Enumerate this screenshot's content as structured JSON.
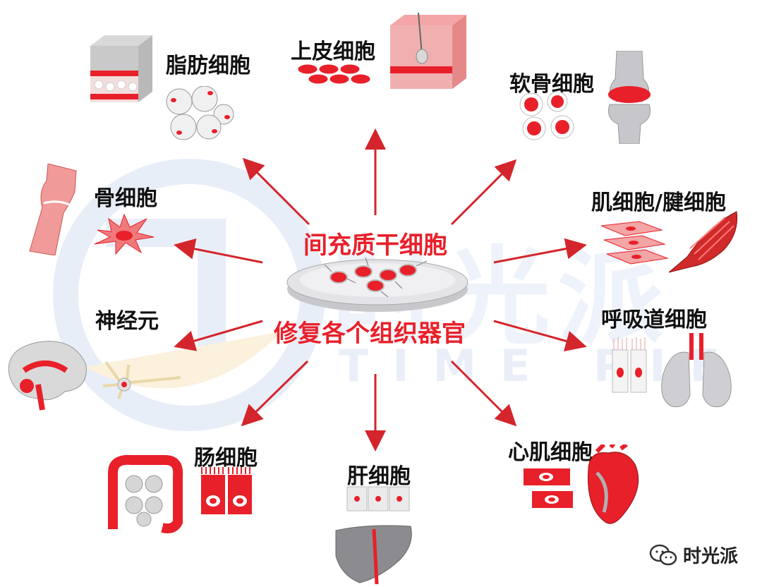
{
  "watermark": {
    "latin": "TIME PIE",
    "cn": "时光派"
  },
  "center": {
    "top_label": "间充质干细胞",
    "bottom_label": "修复各个组织器官"
  },
  "targets": [
    {
      "id": "adipocyte",
      "label": "脂肪细胞"
    },
    {
      "id": "epithelial",
      "label": "上皮细胞"
    },
    {
      "id": "chondrocyte",
      "label": "软骨细胞"
    },
    {
      "id": "osteocyte",
      "label": "骨细胞"
    },
    {
      "id": "muscle-tendon",
      "label": "肌细胞/腱细胞"
    },
    {
      "id": "neuron",
      "label": "神经元"
    },
    {
      "id": "respiratory",
      "label": "呼吸道细胞"
    },
    {
      "id": "intestinal",
      "label": "肠细胞"
    },
    {
      "id": "hepatocyte",
      "label": "肝细胞"
    },
    {
      "id": "cardiomyocyte",
      "label": "心肌细胞"
    }
  ],
  "brand": {
    "name": "时光派",
    "icon": "wechat-icon"
  },
  "colors": {
    "accent": "#e8202a",
    "arrow": "#d4252c",
    "text": "#111111"
  }
}
